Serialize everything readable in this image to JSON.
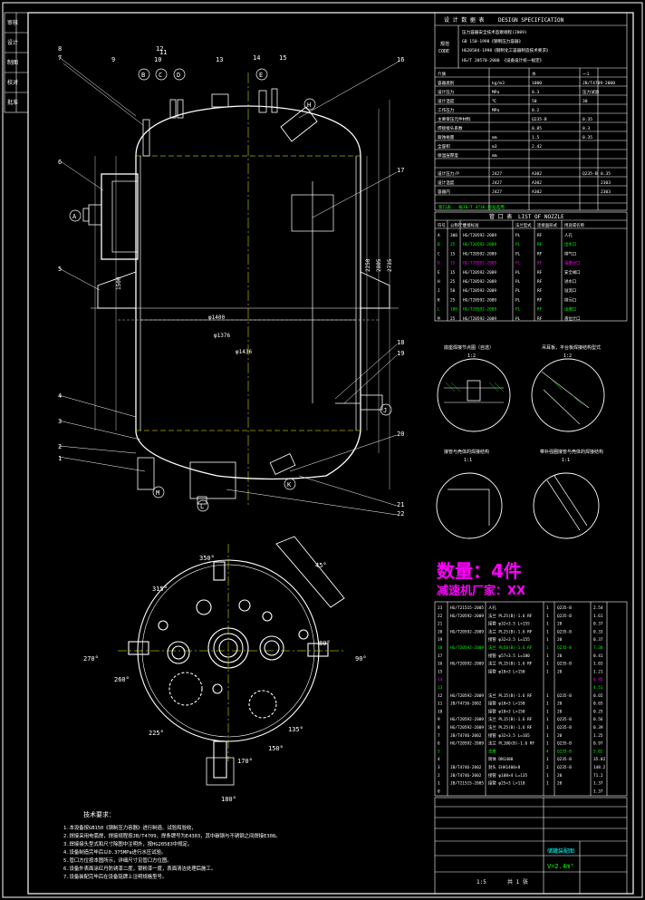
{
  "colors": {
    "background": "#000000",
    "line": "#ffffff",
    "accent_yellow": "#ffff00",
    "accent_cyan": "#00ffff",
    "accent_green": "#00ff00",
    "accent_magenta": "#ff00ff",
    "accent_red": "#ff0000"
  },
  "spec_table": {
    "header_cn": "设 计 数 据 表",
    "header_en": "DESIGN SPECIFICATION",
    "code_label_cn": "规范",
    "code_label_en": "CODE",
    "code_lines": [
      "压力容器安全技术监察规程(2009)",
      "GB 150-1998《钢制压力容器》",
      "HG20584-1998《钢制化工容器制造技术要求》",
      "HG/T 20570-2000 《设备设计统一规定》"
    ],
    "rows": [
      [
        "介质",
        "",
        "水",
        "一1"
      ],
      [
        "容器类别",
        "kg/m3",
        "1000",
        "JB/T4709-2000"
      ],
      [
        "设计压力",
        "MPa",
        "0.3",
        "压力试验"
      ],
      [
        "设计温度",
        "℃",
        "50",
        "30"
      ],
      [
        "工作压力",
        "MPa",
        "0.2",
        ""
      ],
      [
        "主要受压元件材料",
        "",
        "Q235-B",
        "0.35"
      ],
      [
        "焊接接头系数",
        "",
        "0.85",
        "0.3"
      ],
      [
        "腐蚀裕量",
        "mm",
        "1.5",
        "0.35"
      ],
      [
        "全容积",
        "m3",
        "2.42",
        ""
      ],
      [
        "保温层厚度",
        "mm",
        "",
        ""
      ]
    ],
    "subtable_rows": [
      [
        "设计压力/P",
        "J427",
        "A302",
        "Q235-B",
        "0.35"
      ],
      [
        "设计温度",
        "J427",
        "A302",
        "",
        "2303"
      ],
      [
        "容器内",
        "J427",
        "A302",
        "",
        "2303"
      ]
    ],
    "footnote": "管口表 : 按JB/T 4736 标准选用"
  },
  "nozzle_table": {
    "title_cn": "管 口 表",
    "title_en": "LIST OF NOZZLE",
    "headers": [
      "符号",
      "公称尺寸",
      "连接标准",
      "法兰型式",
      "连接面形式",
      "用途或名称"
    ],
    "rows": [
      [
        "A",
        "300",
        "HG/T20592-2009",
        "PL",
        "RF",
        "人孔"
      ],
      [
        "B",
        "25",
        "HG/T20592-2009",
        "PL",
        "RF",
        "出水口"
      ],
      [
        "C",
        "15",
        "HG/T20592-2009",
        "PL",
        "RF",
        "排气口"
      ],
      [
        "D",
        "15",
        "HG/T20592-2009",
        "PL",
        "RF",
        "温度计口"
      ],
      [
        "E",
        "15",
        "HG/T20592-2009",
        "PL",
        "RF",
        "安全阀口"
      ],
      [
        "H",
        "25",
        "HG/T20592-2009",
        "PL",
        "RF",
        "进水口"
      ],
      [
        "J",
        "50",
        "HG/T20592-2009",
        "PL",
        "RF",
        "溢流口"
      ],
      [
        "K",
        "25",
        "HG/T20592-2009",
        "PL",
        "RF",
        "排污口"
      ],
      [
        "L",
        "100",
        "HG/T20592-2009",
        "PL",
        "RF",
        "出液口"
      ],
      [
        "M",
        "25",
        "HG/T20592-2009",
        "PL",
        "RF",
        "液位计口"
      ]
    ]
  },
  "details": [
    {
      "title": "底座焊接节点图（自选）",
      "scale": "1:2"
    },
    {
      "title": "吊耳板，平台板焊接结构型式",
      "scale": "1:2"
    },
    {
      "title": "接管与壳体的焊接结构",
      "scale": "1:1"
    },
    {
      "title": "带补强圈接管与壳体的焊接结构",
      "scale": "1:1"
    }
  ],
  "callouts": {
    "quantity": "数量：4件",
    "manufacturer": "减速机厂家：XX"
  },
  "parts_list": {
    "rows": [
      [
        "23",
        "HG/T21515-2005",
        "人孔",
        "1",
        "Q235-B",
        "2.54"
      ],
      [
        "22",
        "HG/T20592-2009",
        "法兰 PL25(B)-1.6 RF",
        "1",
        "Q235-B",
        "1.61"
      ],
      [
        "21",
        "",
        "接管 φ32×3.5 L=155",
        "1",
        "20",
        "0.37"
      ],
      [
        "20",
        "HG/T20592-2009",
        "法兰 PL25(B)-1.6 RF",
        "1",
        "Q235-B",
        "0.33"
      ],
      [
        "19",
        "",
        "接管 φ32×3.5 L=155",
        "1",
        "20",
        "0.37"
      ],
      [
        "18",
        "HG/T20592-2009",
        "法兰 PL50(B)-1.6 RF",
        "1",
        "Q235-B",
        "7.38"
      ],
      [
        "17",
        "",
        "接管 φ57×3.5 L=180",
        "1",
        "20",
        "0.41"
      ],
      [
        "16",
        "HG/T20592-2009",
        "法兰 PL15(B)-1.6 RF",
        "1",
        "Q235-B",
        "1.03"
      ],
      [
        "15",
        "",
        "接管 φ18×3 L=150",
        "1",
        "20",
        "1.21"
      ],
      [
        "14",
        "",
        "",
        "",
        "",
        "0.95"
      ],
      [
        "13",
        "",
        "",
        "",
        "",
        "4.51"
      ],
      [
        "12",
        "HG/T20592-2009",
        "法兰 PL15(B)-1.6 RF",
        "1",
        "Q235-B",
        "0.65"
      ],
      [
        "11",
        "JB/T4736-2002",
        "接管 φ18×3 L=150",
        "1",
        "20",
        "0.65"
      ],
      [
        "10",
        "",
        "接管 φ18×3 L=150",
        "1",
        "20",
        "0.25"
      ],
      [
        "9",
        "HG/T20592-2009",
        "法兰 PL15(B)-1.6 RF",
        "1",
        "Q235-B",
        "0.56"
      ],
      [
        "8",
        "HG/T20592-2009",
        "法兰 PL25(B)-1.6 RF",
        "1",
        "Q235-B",
        "0.39"
      ],
      [
        "7",
        "JB/T4746-2002",
        "接管 φ32×3.5 L=165",
        "1",
        "20",
        "1.25"
      ],
      [
        "6",
        "HG/T20592-2009",
        "法兰 PL100(B)-1.6 RF",
        "1",
        "Q235-B",
        "0.97"
      ],
      [
        "5",
        "",
        "支座",
        "4",
        "Q235-B",
        "5.02"
      ],
      [
        "4",
        "",
        "筒体 DN1400",
        "1",
        "Q235-B",
        "35.02"
      ],
      [
        "3",
        "JB/T4746-2002",
        "封头 EHA1400×8",
        "2",
        "Q235-B",
        "148.2"
      ],
      [
        "2",
        "JB/T4746-2002",
        "接管 φ108×4 L=135",
        "1",
        "20",
        "71.2"
      ],
      [
        "1",
        "JB/T21515-2005",
        "接管 φ25×3 L=110",
        "1",
        "20",
        "1.37"
      ],
      [
        "0",
        "",
        "",
        "",
        "",
        "1.37"
      ]
    ]
  },
  "title_block": {
    "drawing_name": "储罐装配图",
    "volume": "V=2.4m³",
    "scale_label": "1:5",
    "sheet": "共 1 张"
  },
  "notes": {
    "title": "技术要求：",
    "lines": [
      "1.本设备按GB150《钢制压力容器》进行制造、试验和验收，",
      "2.焊接采用电弧焊，焊接规程按JB/T4709，焊条牌号为E4303，其中碳钢与不锈钢之间焊接E308。",
      "3.焊接接头型式和尺寸除图中注明外，按HG20583中规定。",
      "4.设备制造完毕后以0.375MPa进行水压试验。",
      "5.管口方位按本图所示，详细尺寸见管口方位图。",
      "6.设备外表面涂红丹防锈漆二度，银粉漆一度，表面清洁处理后施工。",
      "7.设备装配完毕后在设备铭牌上注明规格型号。"
    ]
  },
  "view_labels": {
    "angles": [
      "350°",
      "45°",
      "315°",
      "270°",
      "90°",
      "80°",
      "260°",
      "225°",
      "135°",
      "150°",
      "170°",
      "180°"
    ],
    "dims": [
      "φ1400",
      "φ1436",
      "φ1376",
      "2805",
      "2735",
      "2250",
      "1500"
    ]
  },
  "balloons": [
    "1",
    "2",
    "3",
    "4",
    "5",
    "6",
    "7",
    "8",
    "9",
    "10",
    "11",
    "12",
    "13",
    "14",
    "15",
    "16",
    "17",
    "18",
    "19",
    "20",
    "21",
    "22"
  ],
  "nozzle_marks": [
    "A",
    "B",
    "C",
    "D",
    "E",
    "H",
    "J",
    "K",
    "L",
    "M"
  ],
  "left_strip": [
    "审核",
    "设计",
    "制图",
    "校对",
    "批准"
  ]
}
